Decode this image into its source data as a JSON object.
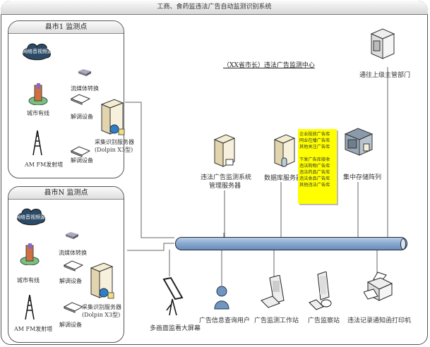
{
  "title": "工商、食药监违法广告自动监测识别系统",
  "center": {
    "title": "（XX省市长）违法广告监测中心",
    "upstream": "通往上级主管部门",
    "mgmt_server": [
      "违法广告监测系统",
      "管理服务器"
    ],
    "db_server": "数据库服务器",
    "storage": "集中存储阵列",
    "notes": {
      "group1": [
        "企业投放广告库",
        "同业在播广告库",
        "其他关注广告库"
      ],
      "group2": [
        "下发广告库接收",
        "违法购物广告库",
        "违法药品广告库",
        "违法食品广告库",
        "其他违法广告库"
      ]
    }
  },
  "panels": [
    {
      "title": "县市1 监测点",
      "cloud": "网络音视频源",
      "stream_convert": "流媒体转换",
      "city_cable": "城市有线",
      "demod1": "解调设备",
      "demod2": "解调设备",
      "tower": "AM FM发射塔",
      "server": [
        "采集识别服务器",
        "(Dolpin X3型)"
      ]
    },
    {
      "title": "县市N 监测点",
      "cloud": "网络音视频源",
      "stream_convert": "流媒体转换",
      "city_cable": "城市有线",
      "demod1": "解调设备",
      "demod2": "解调设备",
      "tower": "AM FM发射塔",
      "server": [
        "采集识别服务器",
        "(Dolpin X3型)"
      ]
    }
  ],
  "bottom": {
    "screen": "多画面监看大屏幕",
    "query_user": "广告信息查询用户",
    "workstation": "广告监测工作站",
    "inspect_station": "广告监察站",
    "printer": "违法记录通知函打印机"
  },
  "colors": {
    "bus": "#86a7cf",
    "note": "#ffff00",
    "cloud": "#2b4a66"
  }
}
